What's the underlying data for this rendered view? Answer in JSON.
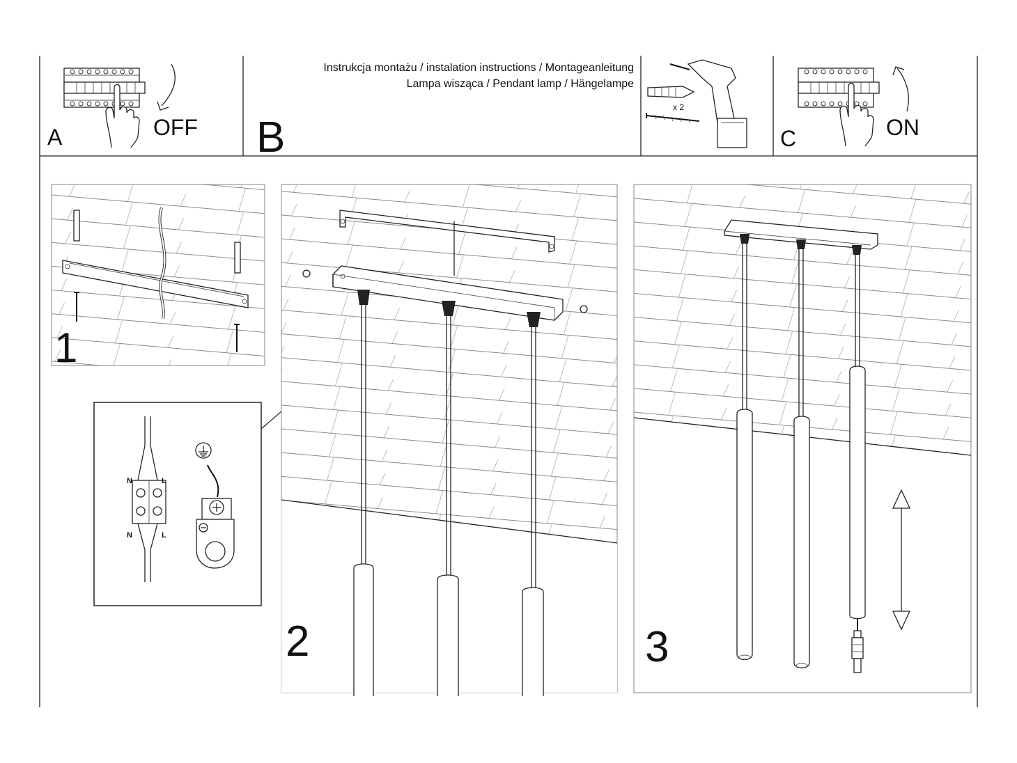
{
  "header": {
    "title_line1": "Instrukcja montażu / instalation instructions / Montageanleitung",
    "title_line2": "Lampa wisząca / Pendant lamp / Hängelampe"
  },
  "steps": {
    "a_label": "A",
    "off_label": "OFF",
    "b_label": "B",
    "drill_qty": "x 2",
    "c_label": "C",
    "on_label": "ON",
    "step1": "1",
    "step2": "2",
    "step3": "3"
  },
  "wiring": {
    "neutral_top": "N",
    "live_top": "L",
    "neutral_bottom": "N",
    "live_bottom": "L"
  }
}
